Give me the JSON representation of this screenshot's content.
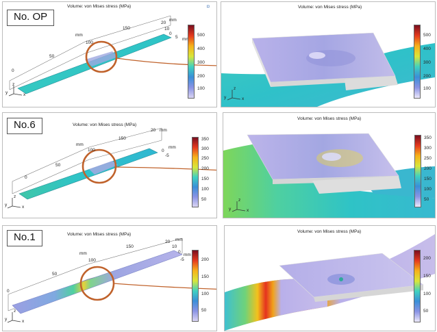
{
  "rows": [
    {
      "case_label": "No. OP",
      "left_title": "Volume: von Mises stress (MPa)",
      "right_title": "Volume: von Mises stress (MPa)",
      "x_ticks": [
        "50",
        "100",
        "150"
      ],
      "x_unit": "mm",
      "z_ticks": [
        "0"
      ],
      "y_ticks": [
        "20",
        "10",
        "0",
        "5"
      ],
      "y_unit": "mm",
      "left_colorbar": [
        "500",
        "400",
        "300",
        "200",
        "100"
      ],
      "right_colorbar": [
        "500",
        "400",
        "300",
        "200",
        "100"
      ]
    },
    {
      "case_label": "No.6",
      "left_title": "Volume: von Mises stress (MPa)",
      "right_title": "Volume: von Mises stress (MPa)",
      "x_ticks": [
        "50",
        "100",
        "150"
      ],
      "x_unit": "mm",
      "z_ticks": [
        "0"
      ],
      "y_ticks": [
        "20",
        "0",
        "-5"
      ],
      "y_unit": "mm",
      "left_colorbar": [
        "350",
        "300",
        "250",
        "200",
        "150",
        "100",
        "50"
      ],
      "right_colorbar": [
        "350",
        "300",
        "250",
        "200",
        "150",
        "100",
        "50"
      ]
    },
    {
      "case_label": "No.1",
      "left_title": "Volume: von Mises stress (MPa)",
      "right_title": "Volume: von Mises stress (MPa)",
      "x_ticks": [
        "50",
        "100",
        "150"
      ],
      "x_unit": "mm",
      "z_ticks": [
        "0"
      ],
      "y_ticks": [
        "20",
        "10",
        "0",
        "-5"
      ],
      "y_unit": "mm",
      "left_colorbar": [
        "200",
        "150",
        "100",
        "50"
      ],
      "right_colorbar": [
        "200",
        "150",
        "100",
        "50"
      ]
    }
  ],
  "axis_letters": {
    "x": "x",
    "y": "y",
    "z": "z"
  },
  "colors": {
    "callout": "#c0622b",
    "plate": "#2fc4c0",
    "border": "#9a9a9a"
  }
}
